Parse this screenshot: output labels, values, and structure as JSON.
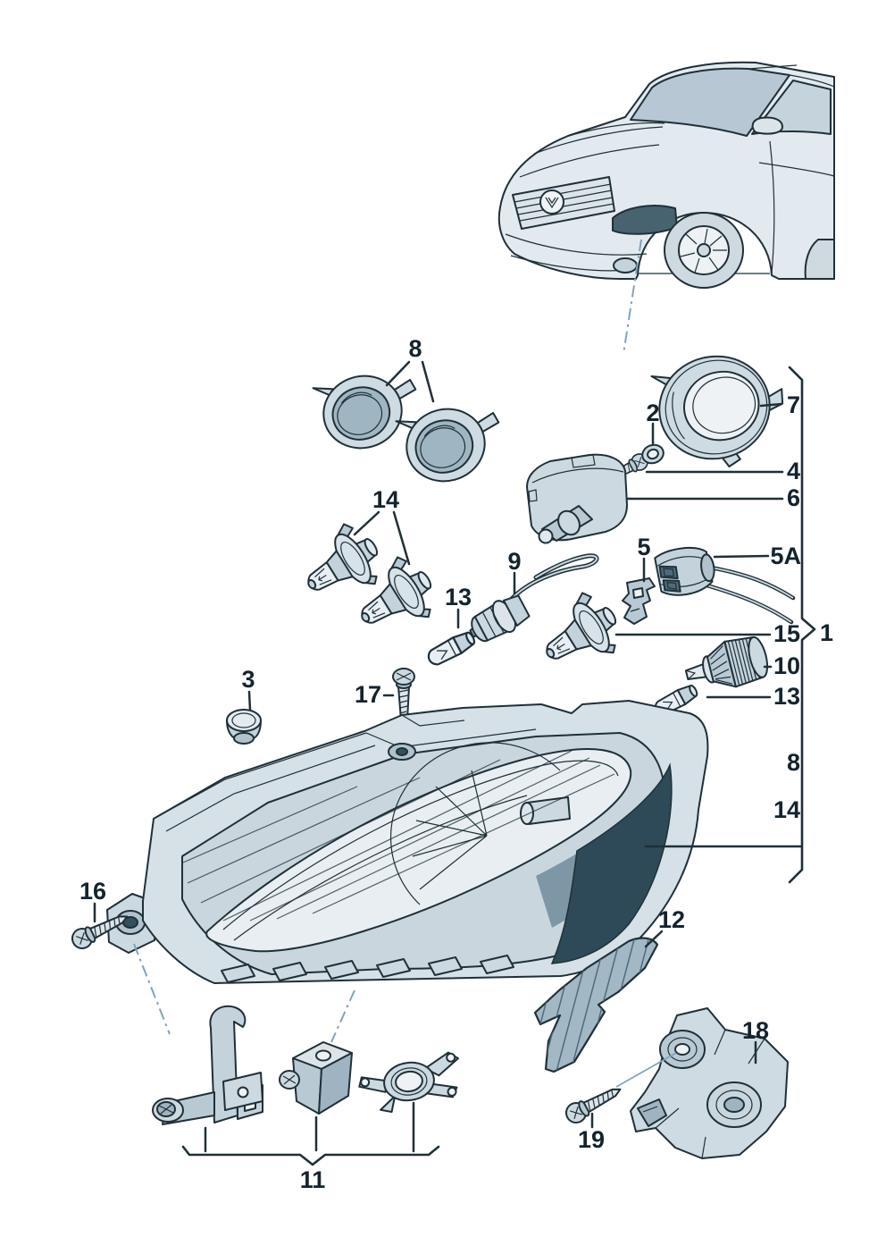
{
  "diagram": {
    "description_colors": {
      "outline": "#1f3038",
      "part_light": "#dfe8ee",
      "part_mid": "#c3d2db",
      "part_dark": "#9fb4c0",
      "part_shadow": "#7e97a6",
      "part_darkest": "#2e4a58",
      "reference_line": "#7fa3bb",
      "background": "#ffffff"
    },
    "callouts": [
      {
        "id": "caps-group",
        "label": "8"
      },
      {
        "id": "motor-screw",
        "label": "2"
      },
      {
        "id": "trim-ring",
        "label": "7"
      },
      {
        "id": "washer",
        "label": "4"
      },
      {
        "id": "control-motor",
        "label": "6"
      },
      {
        "id": "bulbs-group",
        "label": "14"
      },
      {
        "id": "bulb-carrier-wire",
        "label": "9"
      },
      {
        "id": "wedge-bulb-a",
        "label": "13"
      },
      {
        "id": "retainer-clip",
        "label": "5"
      },
      {
        "id": "connector",
        "label": "5A"
      },
      {
        "id": "bulb-right",
        "label": "15"
      },
      {
        "id": "assembly",
        "label": "1"
      },
      {
        "id": "bulb-holder",
        "label": "10"
      },
      {
        "id": "wedge-bulb-b",
        "label": "13"
      },
      {
        "id": "ref-cap",
        "label": "8"
      },
      {
        "id": "ref-bulb",
        "label": "14"
      },
      {
        "id": "sealing-cap",
        "label": "3"
      },
      {
        "id": "screw-top",
        "label": "17"
      },
      {
        "id": "screw-side",
        "label": "16"
      },
      {
        "id": "trim-piece",
        "label": "12"
      },
      {
        "id": "mount-bracket",
        "label": "18"
      },
      {
        "id": "bracket-screw",
        "label": "19"
      },
      {
        "id": "bracket-set",
        "label": "11"
      }
    ]
  }
}
